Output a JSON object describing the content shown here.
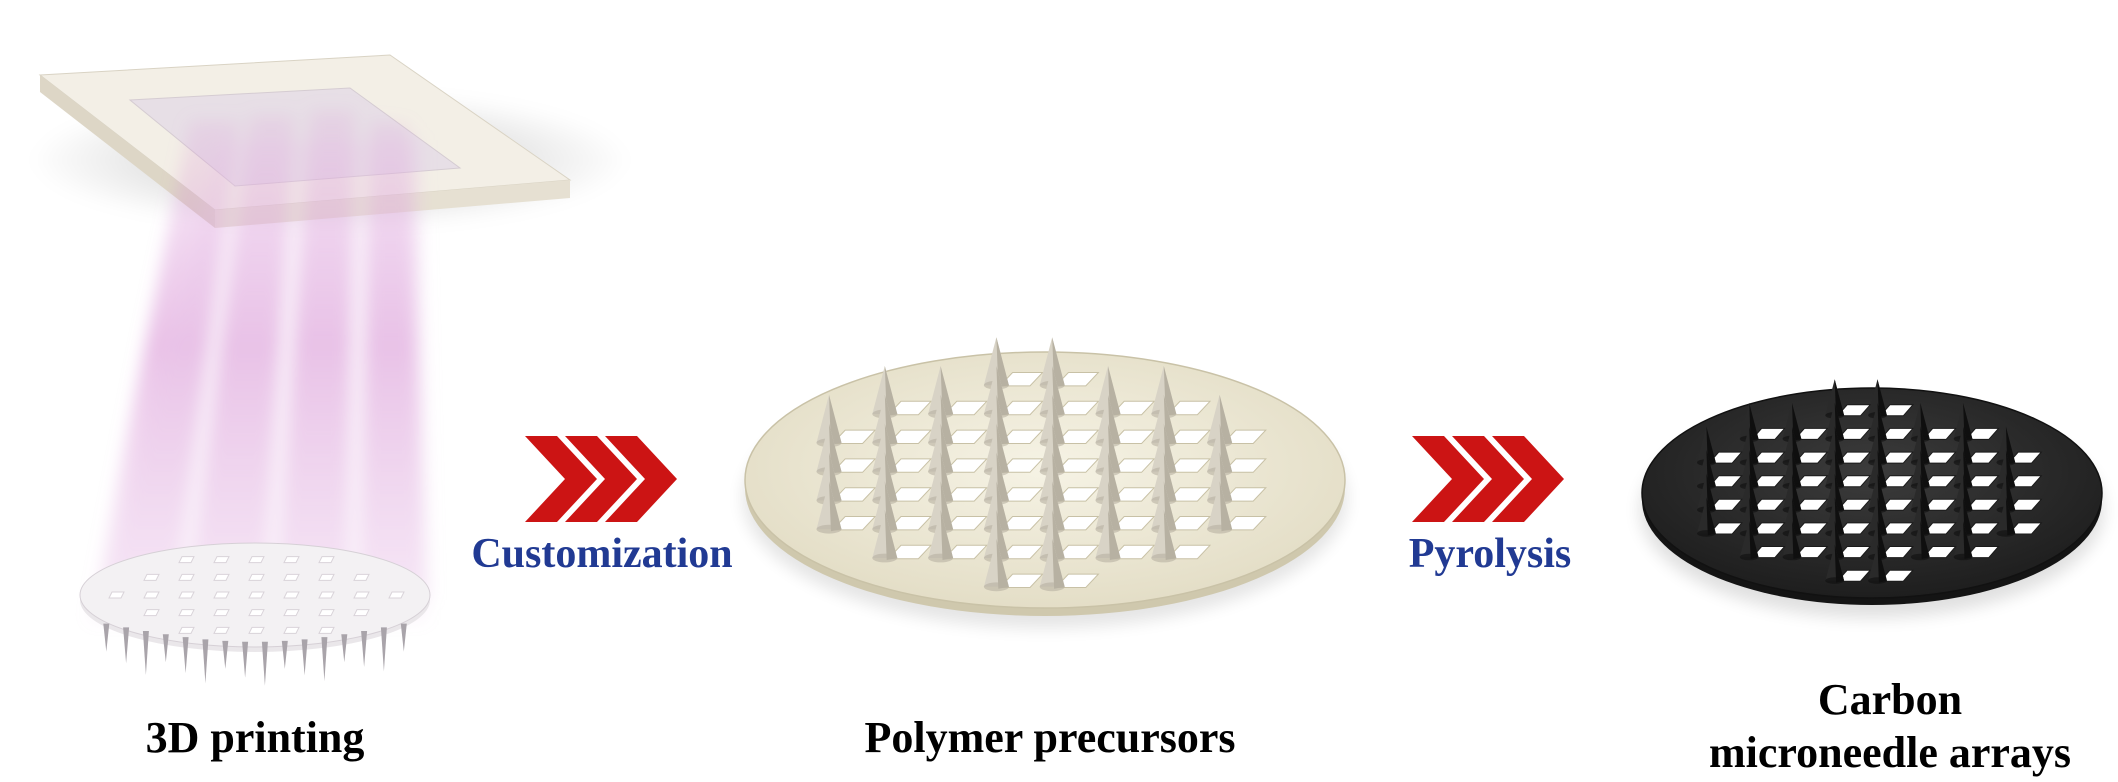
{
  "stages": [
    {
      "id": "printing",
      "caption": "3D printing"
    },
    {
      "id": "polymer",
      "caption": "Polymer precursors"
    },
    {
      "id": "carbon",
      "caption_line1": "Carbon",
      "caption_line2": "microneedle arrays"
    }
  ],
  "arrows": [
    {
      "label": "Customization"
    },
    {
      "label": "Pyrolysis"
    }
  ],
  "colors": {
    "arrow": "#cc1414",
    "label": "#213a93",
    "polymer_disc": "#ece8d6",
    "carbon_disc": "#2e2e2e",
    "light_beam": "#d88fd4",
    "projector_plate": "#f1ede4"
  }
}
